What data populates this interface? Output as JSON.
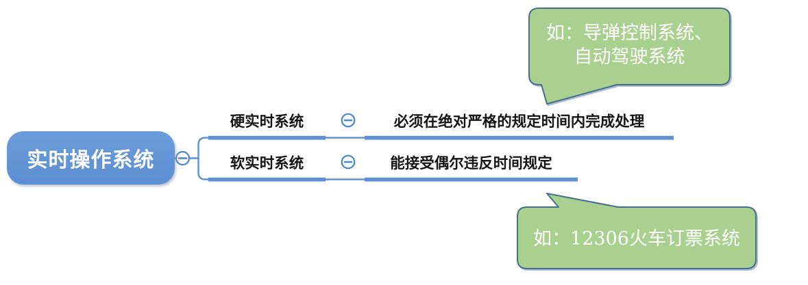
{
  "canvas": {
    "background": "#ffffff"
  },
  "mindmap": {
    "root": {
      "label": "实时操作系统"
    },
    "branches": [
      {
        "label": "硬实时系统",
        "description": "必须在绝对严格的规定时间内完成处理",
        "callout": "如：导弹控制系统、\n自动驾驶系统"
      },
      {
        "label": "软实时系统",
        "description": "能接受偶尔违反时间规定",
        "callout": "如：12306火车订票系统"
      }
    ]
  },
  "icons": {
    "collapse": "minus-circle"
  },
  "colors": {
    "node_fill": "#6094d4",
    "connector": "#5f90d0",
    "collapse_icon": "#4f86ca",
    "callout_fill": "#a9d08e",
    "callout_border": "#456e8e",
    "topic_text": "#141414",
    "node_text": "#ffffff",
    "callout_text": "#ffffff"
  }
}
